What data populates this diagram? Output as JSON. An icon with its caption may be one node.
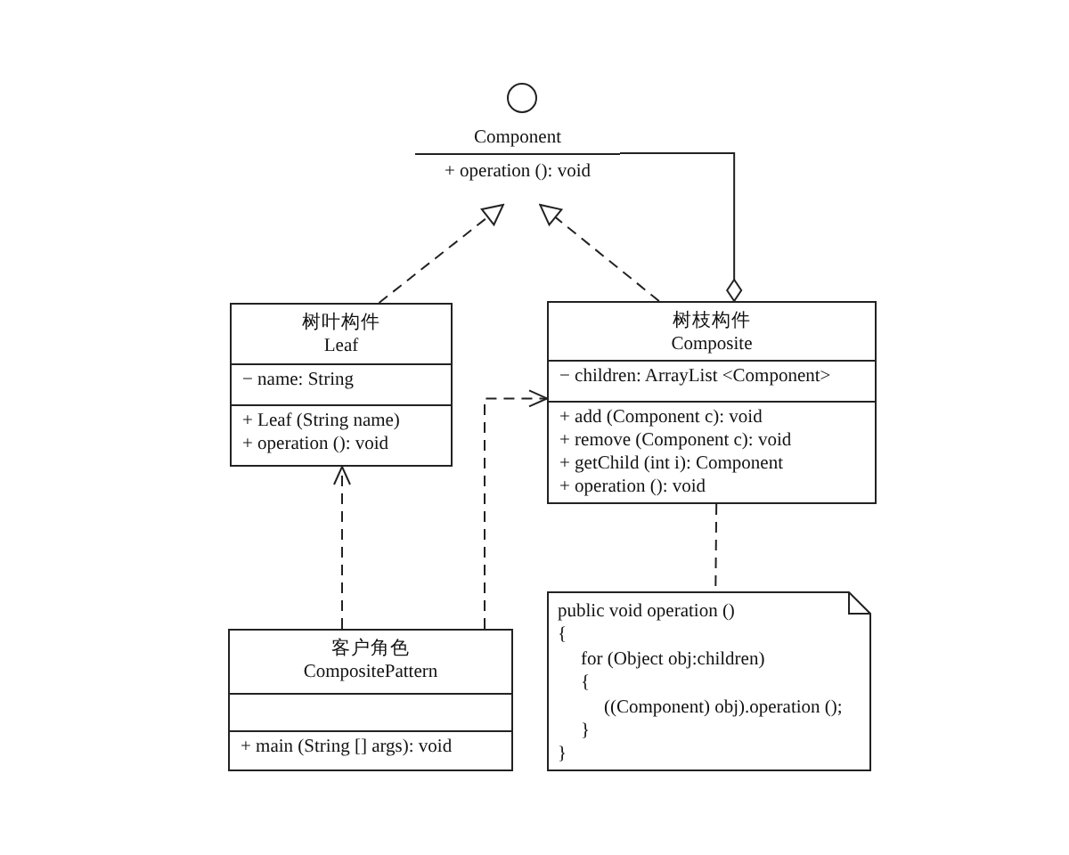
{
  "diagram": {
    "nodes": [
      {
        "text": [
          "Component",
          "+ operation (): void"
        ]
      },
      {
        "text": [
          "树叶构件",
          "Leaf",
          "− name: String",
          "+ Leaf (String name)",
          "+ operation (): void"
        ]
      },
      {
        "text": [
          "树枝构件",
          "Composite",
          "− children: ArrayList <Component>",
          "+ add (Component c): void",
          "+ remove (Component c): void",
          "+ getChild (int i): Component",
          "+ operation (): void"
        ]
      },
      {
        "text": [
          "客户角色",
          "CompositePattern",
          "+ main (String [] args): void"
        ]
      },
      {
        "text": [
          "public void operation ()",
          "{",
          "for (Object obj:children)",
          "{",
          "((Component) obj).operation ();",
          "}",
          "}"
        ]
      }
    ],
    "edges": [
      {
        "from": 1,
        "to": 0,
        "arrow": "to",
        "style": "dashed"
      },
      {
        "from": 2,
        "to": 0,
        "arrow": "to",
        "style": "dashed"
      },
      {
        "from": 2,
        "to": 0,
        "arrow": "other"
      },
      {
        "from": 3,
        "to": 1,
        "arrow": "to",
        "style": "dashed"
      },
      {
        "from": 3,
        "to": 2,
        "arrow": "to",
        "style": "dashed"
      },
      {
        "from": 2,
        "to": 4,
        "arrow": "none",
        "style": "dashed"
      }
    ]
  }
}
